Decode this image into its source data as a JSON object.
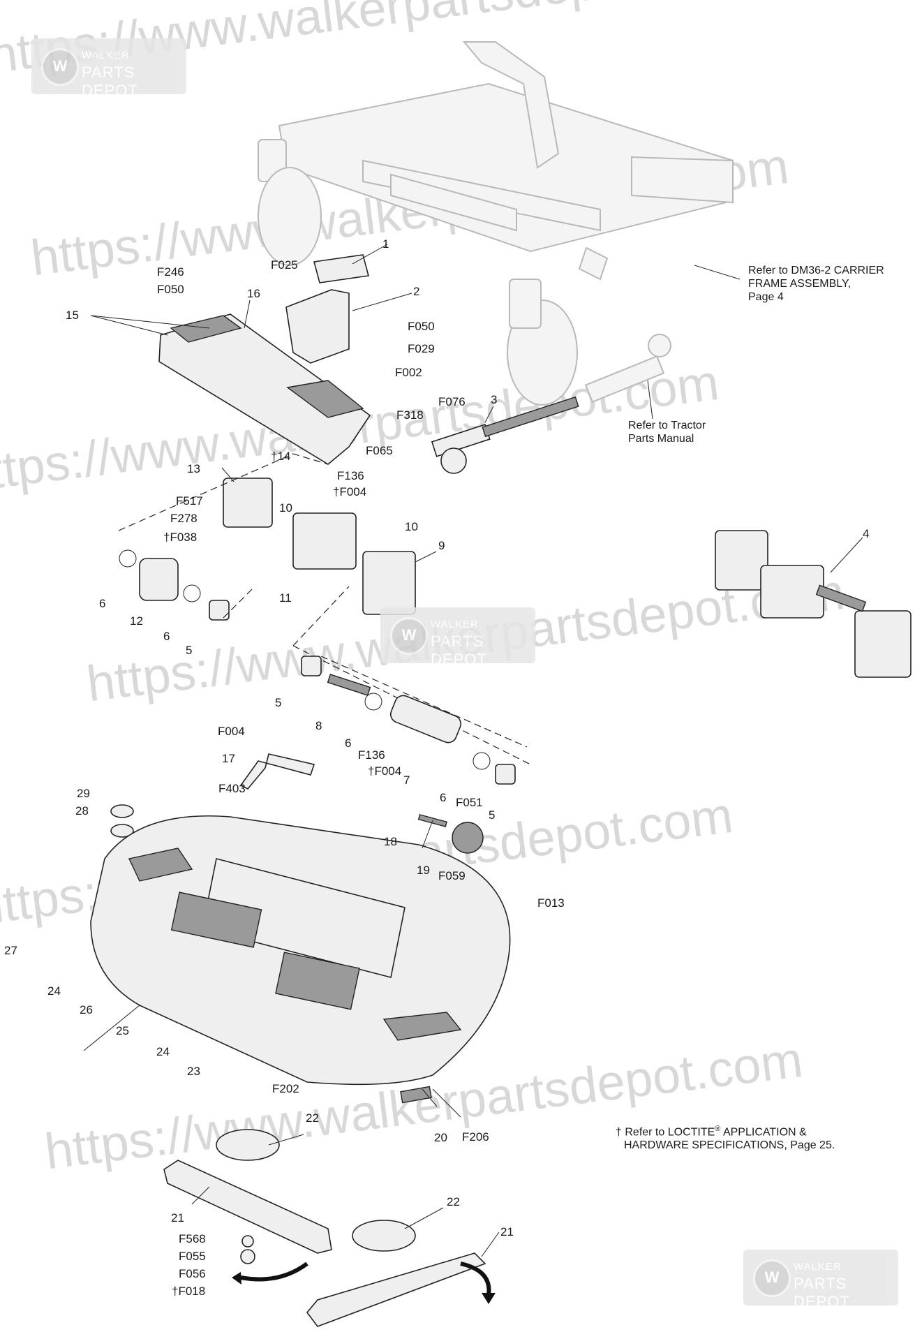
{
  "watermark": {
    "url_text": "https://www.walkerpartsdepot.com",
    "logo_line1": "WALKER",
    "logo_line2": "PARTS DEPOT"
  },
  "notes": {
    "carrier_frame": [
      "Refer to DM36-2 CARRIER",
      "FRAME ASSEMBLY,",
      "Page 4"
    ],
    "tractor": [
      "Refer to Tractor",
      "Parts Manual"
    ],
    "loctite_dagger": "†",
    "loctite_line1": "Refer to LOCTITE",
    "loctite_reg": "®",
    "loctite_line1_end": " APPLICATION &",
    "loctite_line2": "HARDWARE SPECIFICATIONS, Page 25."
  },
  "callouts": {
    "c1": "1",
    "c2": "2",
    "c3": "3",
    "c4": "4",
    "c5a": "5",
    "c5b": "5",
    "c5c": "5",
    "c6a": "6",
    "c6b": "6",
    "c6c": "6",
    "c6d": "6",
    "c7": "7",
    "c8": "8",
    "c9": "9",
    "c10a": "10",
    "c10b": "10",
    "c11": "11",
    "c12": "12",
    "c13": "13",
    "c14": "†14",
    "c15": "15",
    "c16": "16",
    "c17": "17",
    "c18": "18",
    "c19": "19",
    "c20": "20",
    "c21a": "21",
    "c21b": "21",
    "c22a": "22",
    "c22b": "22",
    "c23": "23",
    "c24a": "24",
    "c24b": "24",
    "c25": "25",
    "c26": "26",
    "c27": "27",
    "c28": "28",
    "c29": "29",
    "f025": "F025",
    "f246": "F246",
    "f050a": "F050",
    "f050b": "F050",
    "f029": "F029",
    "f002": "F002",
    "f076": "F076",
    "f318": "F318",
    "f065": "F065",
    "f136a": "F136",
    "f004a": "†F004",
    "f517": "F517",
    "f278": "F278",
    "f038": "†F038",
    "f004b": "F004",
    "f136b": "F136",
    "f004c": "†F004",
    "f403": "F403",
    "f051": "F051",
    "f059": "F059",
    "f013": "F013",
    "f202": "F202",
    "f206": "F206",
    "f568": "F568",
    "f055": "F055",
    "f056": "F056",
    "f018": "†F018"
  }
}
